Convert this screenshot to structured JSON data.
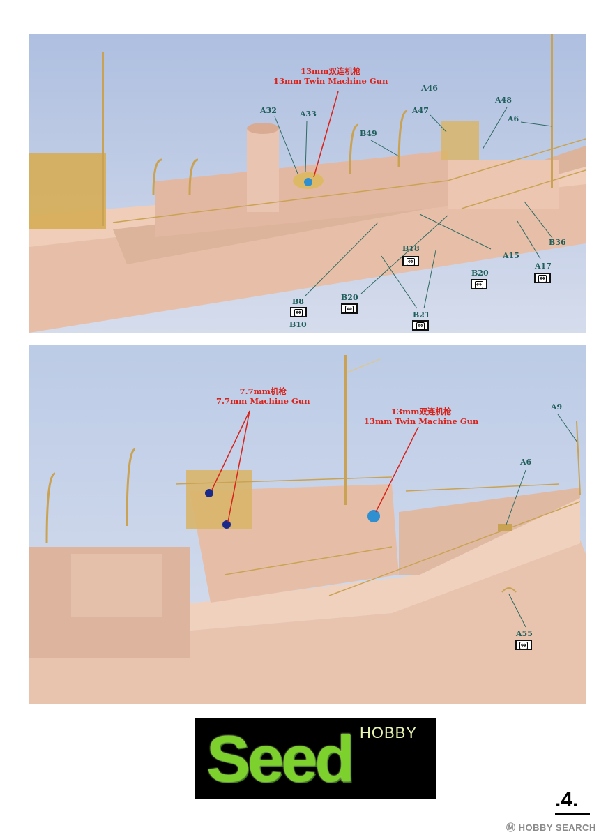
{
  "photo1": {
    "callout_cn": "13mm双连机枪",
    "callout_en": "13mm Twin Machine Gun",
    "labels": {
      "a32": "A32",
      "a33": "A33",
      "a46": "A46",
      "a47": "A47",
      "a48": "A48",
      "a6": "A6",
      "b49": "B49",
      "b18": "B18",
      "a15": "A15",
      "b36": "B36",
      "b20a": "B20",
      "a17": "A17",
      "b20b": "B20",
      "b8": "B8",
      "b10": "B10",
      "b21": "B21"
    }
  },
  "photo2": {
    "callout1_cn": "7.7mm机枪",
    "callout1_en": "7.7mm Machine Gun",
    "callout2_cn": "13mm双连机枪",
    "callout2_en": "13mm Twin Machine Gun",
    "labels": {
      "a9": "A9",
      "a6": "A6",
      "a55": "A55"
    }
  },
  "arrow_glyph": "⇔",
  "logo": {
    "hobby": "HOBBY",
    "seed": "Seed"
  },
  "page_number": ".4.",
  "watermark": "Ⓜ HOBBY SEARCH",
  "colors": {
    "label": "#1f5e5a",
    "callout": "#d8231b",
    "hull": "#e8c2ad",
    "brass": "#d9b35a",
    "sky": "#b9c7e2",
    "logo_green": "#7dd12c"
  }
}
